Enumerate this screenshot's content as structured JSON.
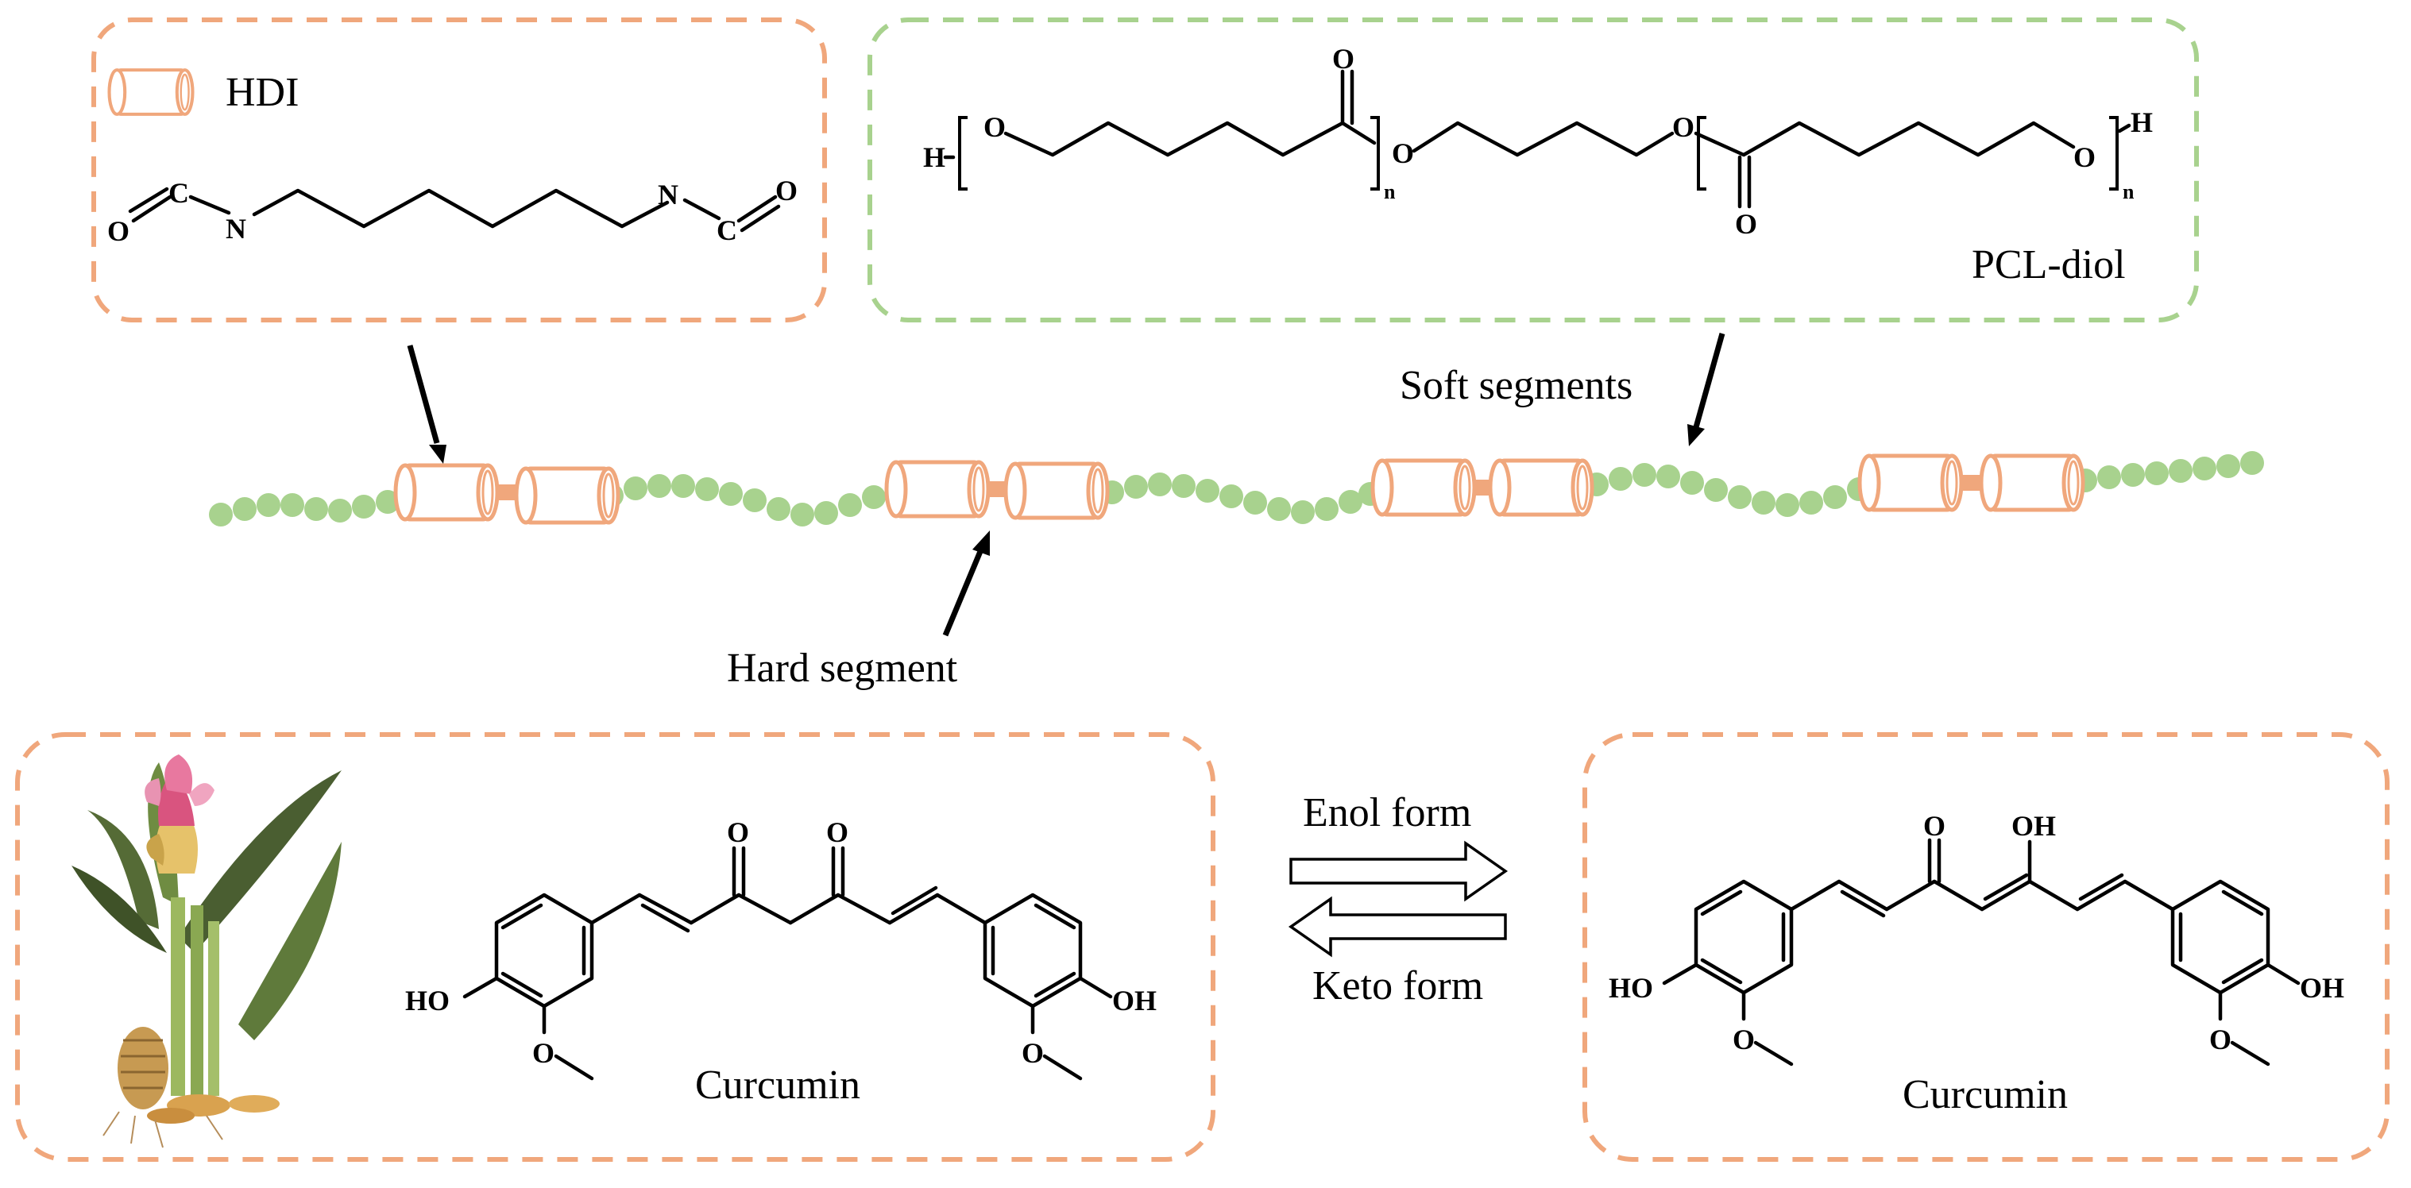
{
  "colors": {
    "hdi_border": "#f0a77c",
    "pcl_border": "#a8d28e",
    "curcumin_border": "#f0a77c",
    "soft_segment_beads": "#a8d28e",
    "hard_segment_cylinders": "#f0a77c"
  },
  "icons": {
    "legend_cylinder": "hard-segment-cylinder-icon",
    "plant": "turmeric-plant-image"
  },
  "hdi_panel": {
    "legend_label": "HDI",
    "atoms": {
      "o_left": "O",
      "c_left": "C",
      "n_left": "N",
      "n_right": "N",
      "c_right": "C",
      "o_right": "O"
    }
  },
  "pcl_panel": {
    "label": "PCL-diol",
    "atoms": {
      "h_left": "H",
      "o1": "O",
      "o_carbonyl_top": "O",
      "o2": "O",
      "o3": "O",
      "o_carbonyl_bottom": "O",
      "o4": "O",
      "h_right": "H"
    },
    "subscripts": {
      "n1": "n",
      "n2": "n"
    }
  },
  "chain": {
    "soft_label": "Soft segments",
    "hard_label": "Hard segment"
  },
  "keto_panel": {
    "label": "Curcumin",
    "atoms": {
      "o1": "O",
      "o2": "O",
      "ho": "HO",
      "oh": "OH",
      "ome_left": "O",
      "ome_right": "O"
    }
  },
  "equilibrium": {
    "enol_label": "Enol form",
    "keto_label": "Keto form"
  },
  "enol_panel": {
    "label": "Curcumin",
    "atoms": {
      "o": "O",
      "oh_top": "OH",
      "ho": "HO",
      "oh": "OH",
      "ome_left": "O",
      "ome_right": "O"
    }
  }
}
